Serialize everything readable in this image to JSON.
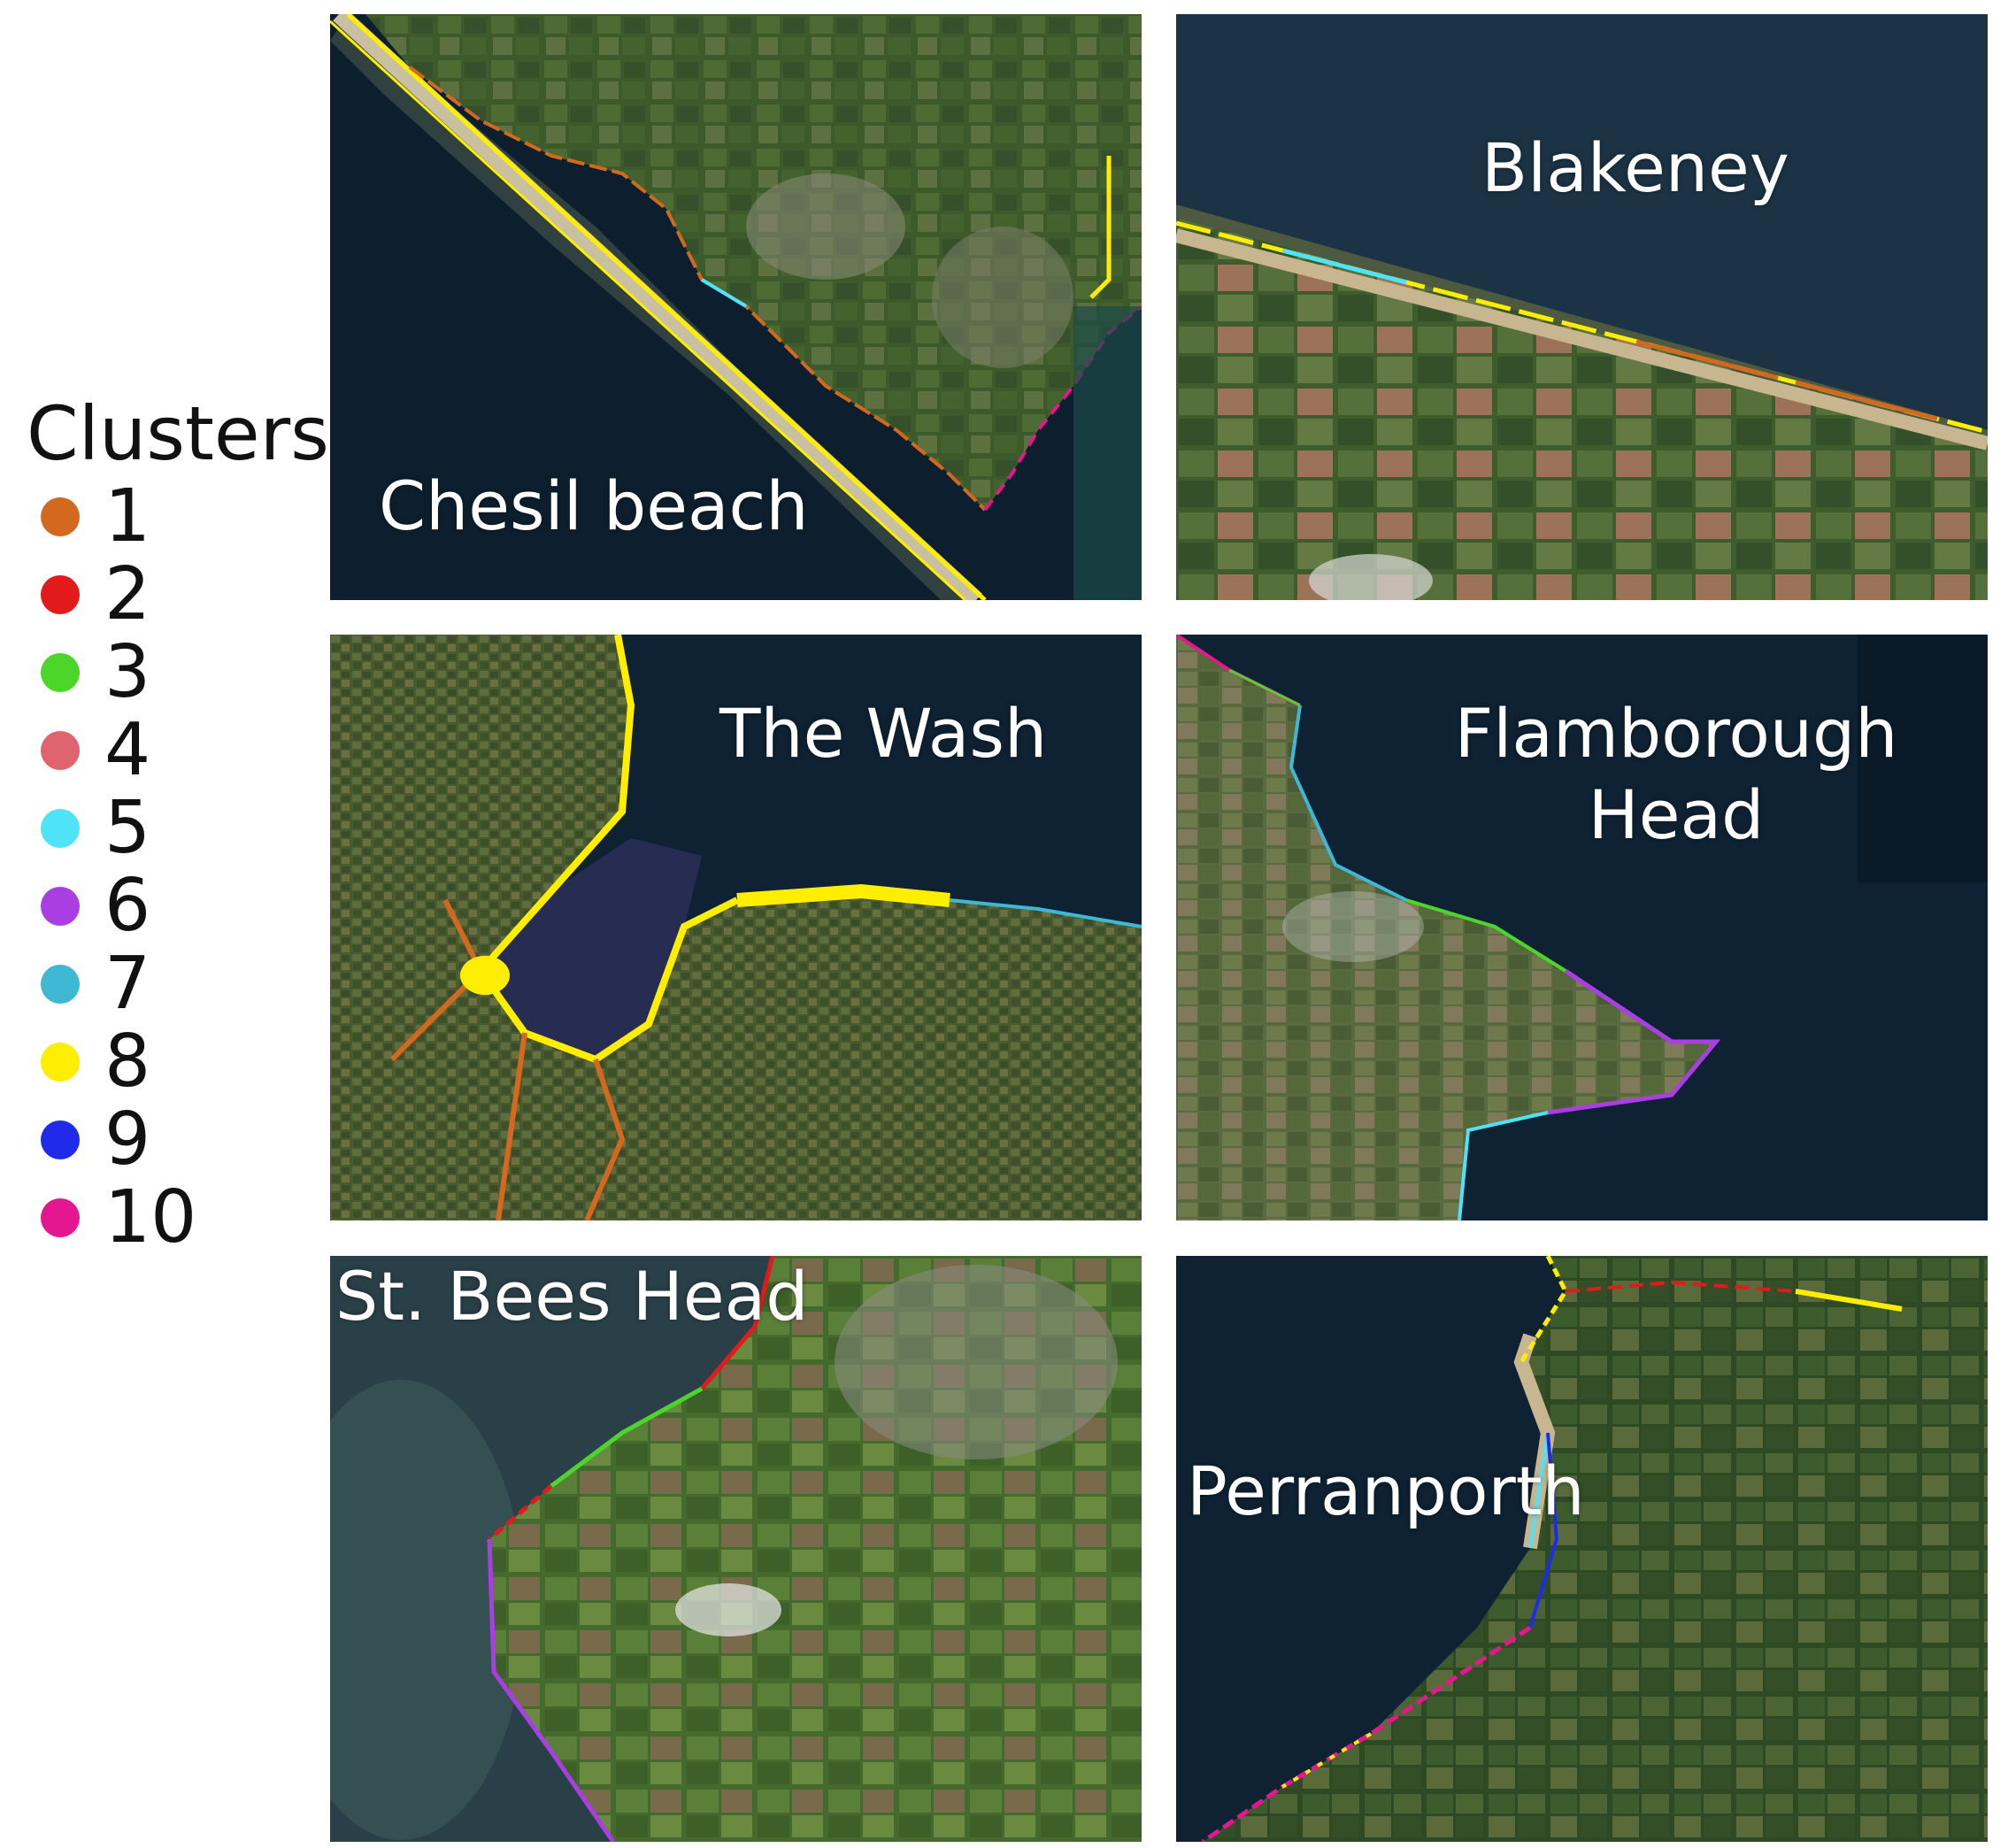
{
  "legend": {
    "title": "Clusters",
    "items": [
      {
        "label": "1",
        "color": "#d2691e"
      },
      {
        "label": "2",
        "color": "#e31a1c"
      },
      {
        "label": "3",
        "color": "#4cd62a"
      },
      {
        "label": "4",
        "color": "#e06470"
      },
      {
        "label": "5",
        "color": "#4fe3f7"
      },
      {
        "label": "6",
        "color": "#a93ee3"
      },
      {
        "label": "7",
        "color": "#3fb8d4"
      },
      {
        "label": "8",
        "color": "#ffee00"
      },
      {
        "label": "9",
        "color": "#1f2be8"
      },
      {
        "label": "10",
        "color": "#e4178f"
      }
    ]
  },
  "maps": {
    "chesil": {
      "label": "Chesil beach"
    },
    "blakeney": {
      "label": "Blakeney"
    },
    "wash": {
      "label": "The Wash"
    },
    "flamborough": {
      "label_line1": "Flamborough",
      "label_line2": "Head"
    },
    "stbees": {
      "label": "St. Bees Head"
    },
    "perranporth": {
      "label": "Perranporth"
    }
  }
}
